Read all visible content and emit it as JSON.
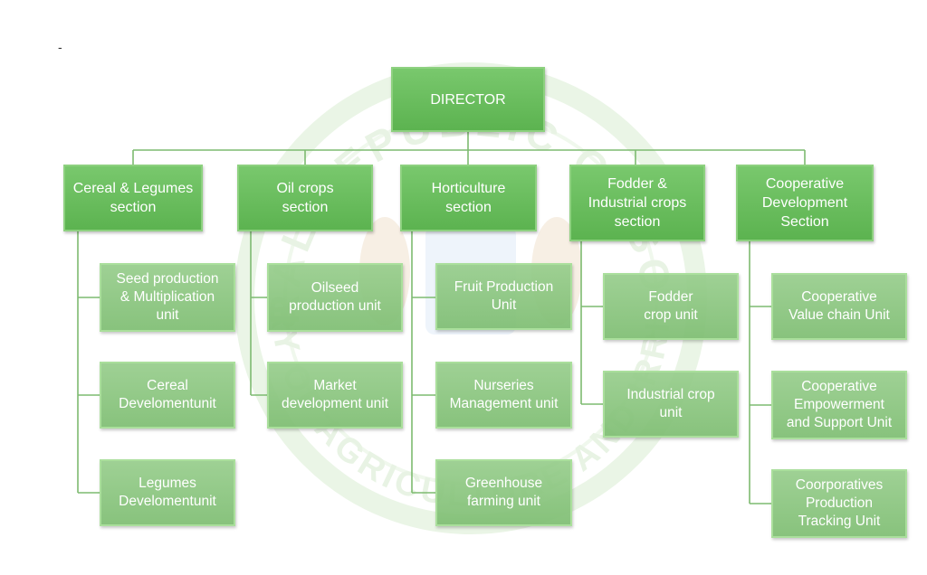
{
  "page": {
    "marker": "-"
  },
  "watermark": {
    "top_arc": "FEDERAL REPUBLIC OF SOMALIA",
    "bottom_arc": "MINISTRY OF AGRICULTURE AND IRRIGATION"
  },
  "colors": {
    "primary": "#5cb350",
    "secondary": "#8fc784",
    "line": "#7dbb70"
  },
  "director": {
    "label": "DIRECTOR"
  },
  "sections": [
    {
      "label": "Cereal & Legumes\nsection",
      "units": [
        "Seed production\n& Multiplication\nunit",
        "Cereal\nDevelomentunit",
        "Legumes\nDevelomentunit"
      ]
    },
    {
      "label": "Oil crops\nsection",
      "units": [
        "Oilseed\nproduction unit",
        "Market\ndevelopment unit"
      ]
    },
    {
      "label": "Horticulture\nsection",
      "units": [
        "Fruit Production\nUnit",
        "Nurseries\nManagement unit",
        "Greenhouse\nfarming unit"
      ]
    },
    {
      "label": "Fodder &\nIndustrial crops\nsection",
      "units": [
        "Fodder\ncrop unit",
        "Industrial crop\nunit"
      ]
    },
    {
      "label": "Cooperative\nDevelopment\nSection",
      "units": [
        "Cooperative\nValue chain Unit",
        "Cooperative\nEmpowerment\nand Support Unit",
        "Coorporatives\nProduction\nTracking Unit"
      ]
    }
  ]
}
